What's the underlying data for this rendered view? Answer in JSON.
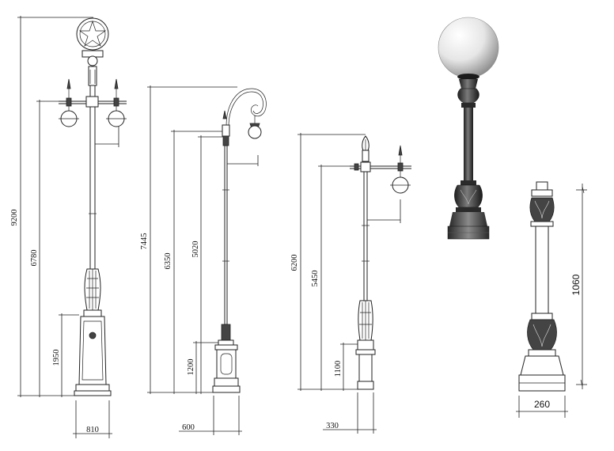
{
  "drawings": [
    {
      "id": "lamp-post-1",
      "dimensions": {
        "total_height": "9200",
        "mid_height": "6780",
        "base_height": "1950",
        "base_width": "810"
      }
    },
    {
      "id": "lamp-post-2",
      "dimensions": {
        "total_height": "7445",
        "arm_height": "6350",
        "mid_height": "5020",
        "base_height": "1200",
        "base_width": "600"
      }
    },
    {
      "id": "lamp-post-3",
      "dimensions": {
        "total_height": "6200",
        "mid_height": "5450",
        "base_height": "1100",
        "base_width": "330"
      }
    },
    {
      "id": "bollard-light",
      "dimensions": {}
    },
    {
      "id": "bollard-post",
      "dimensions": {
        "height": "1060",
        "width": "260"
      }
    }
  ]
}
